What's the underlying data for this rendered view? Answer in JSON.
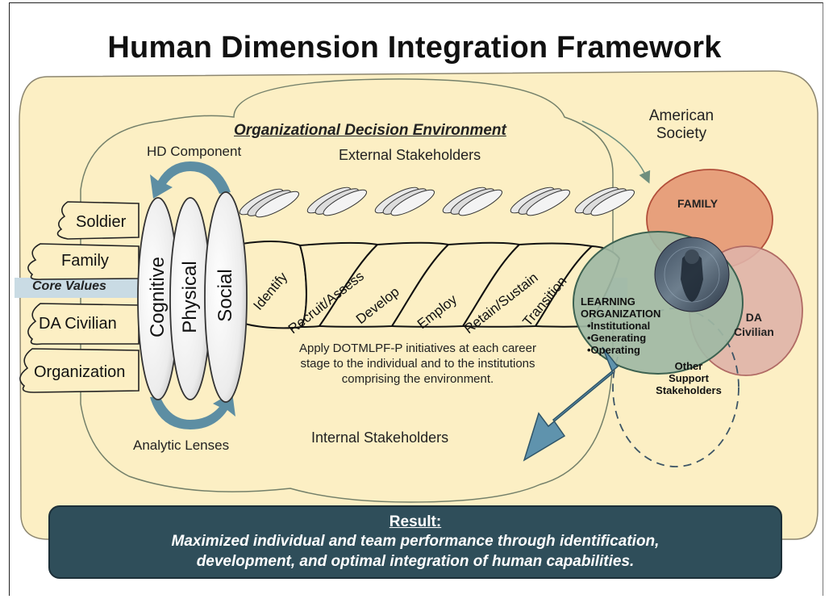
{
  "title": "Human Dimension Integration Framework",
  "environment": {
    "heading": "Organizational Decision Environment",
    "external": "External Stakeholders",
    "internal": "Internal Stakeholders",
    "society_line1": "American",
    "society_line2": "Society"
  },
  "component": {
    "hd_label": "HD Component",
    "lenses_label": "Analytic Lenses",
    "lenses": [
      "Cognitive",
      "Physical",
      "Social"
    ]
  },
  "populations": {
    "soldier": "Soldier",
    "family": "Family",
    "core_values": "Core Values",
    "da_civilian": "DA Civilian",
    "organization": "Organization"
  },
  "career_stages": [
    "Identify",
    "Recruit/Assess",
    "Develop",
    "Employ",
    "Retain/Sustain",
    "Transition"
  ],
  "initiatives": [
    "Apply DOTMLPF-P initiatives at each career",
    "stage to the individual and to the institutions",
    "comprising the environment."
  ],
  "venn": {
    "family": "FAMILY",
    "da_civilian_line1": "DA",
    "da_civilian_line2": "Civilian",
    "learning_line1": "LEARNING",
    "learning_line2": "ORGANIZATION",
    "learning_items": [
      "•Institutional",
      "•Generating",
      "•Operating"
    ],
    "other_line1": "Other",
    "other_line2": "Support",
    "other_line3": "Stakeholders"
  },
  "result": {
    "heading": "Result:",
    "line1": "Maximized individual and team performance through identification,",
    "line2": "development, and optimal integration of human capabilities."
  },
  "colors": {
    "background_fill": "#fcefc4",
    "result_box": "#2f4e5a",
    "arrow": "#5f93ad",
    "family_circle": "#e7a07c",
    "da_circle": "#dfb2a9",
    "learning_circle": "#9fb9a4",
    "core_values_band": "#c9dbe4"
  }
}
